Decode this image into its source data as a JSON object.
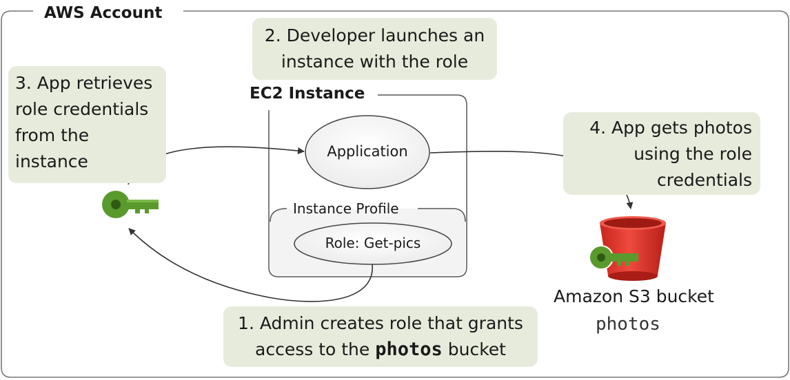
{
  "account_title": "AWS Account",
  "ec2_title": "EC2 Instance",
  "instance_profile_title": "Instance Profile",
  "application_label": "Application",
  "role_label": "Role: Get-pics",
  "bucket": {
    "label": "Amazon S3 bucket",
    "name": "photos"
  },
  "steps": {
    "step1": {
      "line1": "1. Admin creates role that grants",
      "line2_pre": "access to the",
      "line2_code": "photos",
      "line2_post": "bucket"
    },
    "step2": {
      "line1": "2. Developer launches an",
      "line2": "instance with the role"
    },
    "step3": {
      "line1": "3. App retrieves",
      "line2": "role credentials",
      "line3": "from the",
      "line4": "instance"
    },
    "step4": {
      "line1": "4. App gets photos",
      "line2": "using the role",
      "line3": "credentials"
    }
  },
  "colors": {
    "note_bg": "#e7ebdc",
    "key_green": "#5a9a2c",
    "bucket_red": "#e23a30",
    "border_gray": "#666666"
  },
  "icons": [
    "key-icon",
    "s3-bucket-icon"
  ]
}
